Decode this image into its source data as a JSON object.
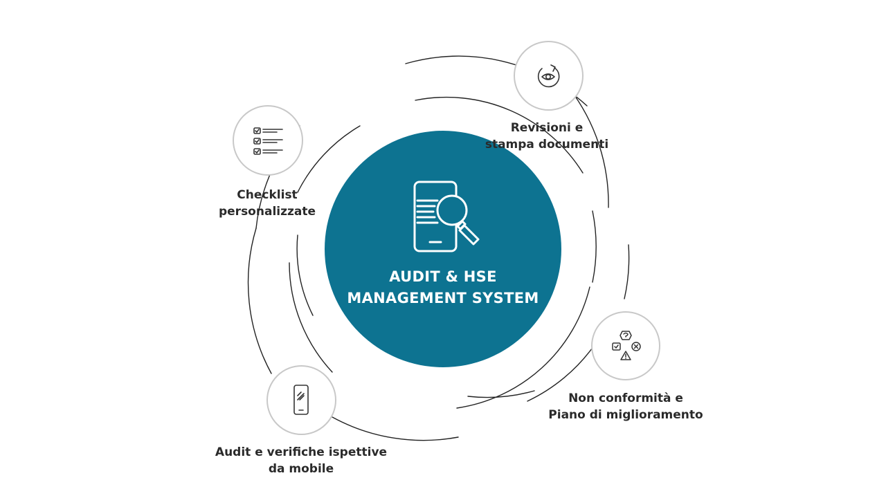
{
  "hub": {
    "title_line1": "AUDIT & HSE",
    "title_line2": "MANAGEMENT SYSTEM",
    "icon": "document-magnifier-icon"
  },
  "nodes": {
    "checklist": {
      "icon": "checklist-icon",
      "line1": "Checklist",
      "line2": "personalizzate"
    },
    "revisioni": {
      "icon": "eye-rotate-icon",
      "line1": "Revisioni e",
      "line2": "stampa documenti"
    },
    "nonconformita": {
      "icon": "nonconformity-shapes-icon",
      "line1": "Non conformità e",
      "line2": "Piano di miglioramento"
    },
    "audit_mobile": {
      "icon": "smartphone-icon",
      "line1": "Audit e verifiche ispettive",
      "line2": "da mobile"
    }
  },
  "colors": {
    "hub": "#0d7391",
    "text": "#2a2a2a",
    "ring": "#222222",
    "node_border": "#c8c8c8"
  }
}
